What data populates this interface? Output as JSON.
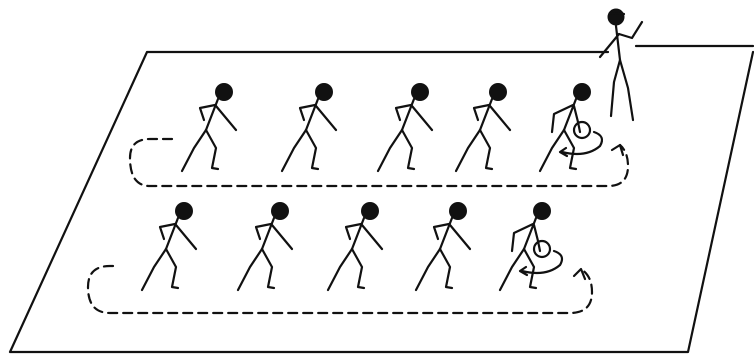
{
  "scene": {
    "court": "court-floor",
    "teacher": "teacher-figure",
    "rows": [
      {
        "players": 5,
        "ball_carrier": "last"
      },
      {
        "players": 5,
        "ball_carrier": "last"
      }
    ]
  },
  "colors": {
    "ink": "#111111",
    "background": "#ffffff"
  }
}
